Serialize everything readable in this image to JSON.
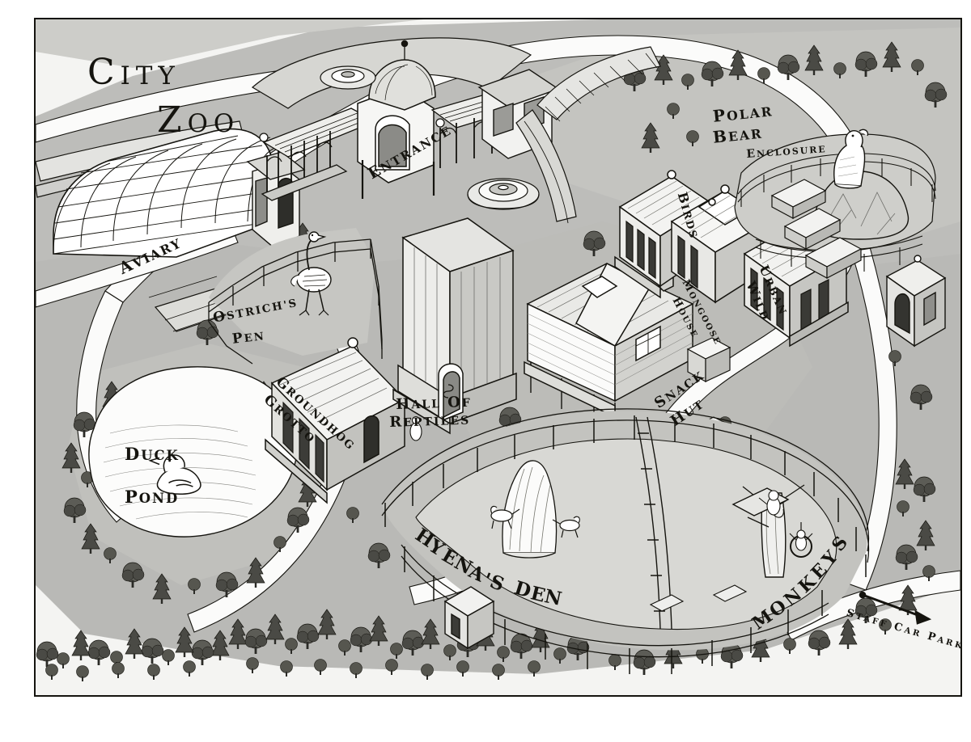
{
  "title": {
    "line1": "City",
    "line2": "Zoo"
  },
  "map": {
    "kind": "illustrated-pen-and-ink-isometric-zoo-map",
    "ink_color": "#15140f",
    "paper_color": "#f4f4f2",
    "lawn_color": "#b9b9b6",
    "path_color": "#fbfbfa"
  },
  "labels": {
    "entrance": "Entrance",
    "aviary": "Aviary",
    "ostrichs": "Ostrich's",
    "pen": "Pen",
    "groundhog": "Groundhog",
    "grotto": "Grotto",
    "hall_of": "Hall of",
    "reptiles": "Reptiles",
    "duck": "Duck",
    "pond": "Pond",
    "hyenas_den": "Hyena's Den",
    "monkeys": "Monkeys",
    "snack": "Snack",
    "hut": "Hut",
    "birds": "Birds",
    "mongoose": "Mongoose",
    "house": "House",
    "urban": "Urban",
    "wild": "Wild",
    "polar": "Polar",
    "bear": "Bear",
    "enclosure": "Enclosure",
    "staff_car_park": "Staff Car Park"
  }
}
